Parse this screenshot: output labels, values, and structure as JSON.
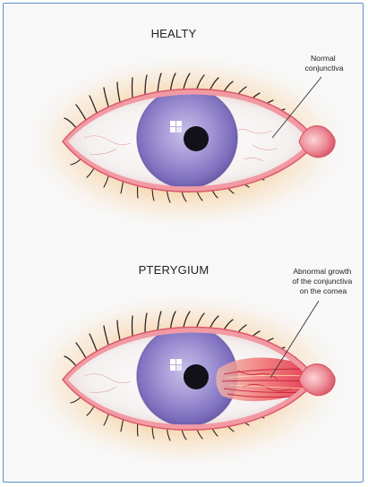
{
  "panels": [
    {
      "title": "HEALTY",
      "callout_lines": [
        "Normal",
        "conjunctiva"
      ]
    },
    {
      "title": "PTERYGIUM",
      "callout_lines": [
        "Abnormal growth",
        "of the conjunctiva",
        "on the cornea"
      ]
    }
  ],
  "colors": {
    "iris": "#8f82c8",
    "lid_rim": "#e86f80",
    "skin_glow": "#f2c996",
    "growth": "#e83a4a",
    "frame": "#5b8fc9"
  }
}
